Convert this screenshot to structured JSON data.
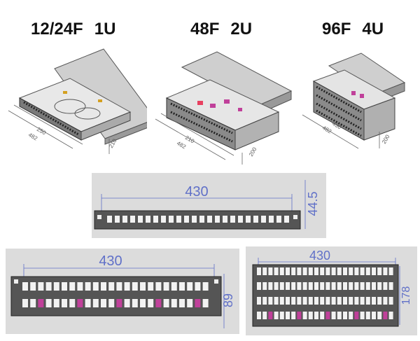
{
  "titles": {
    "f1u": {
      "fiber": "12/24F",
      "units": "1U"
    },
    "f2u": {
      "fiber": "48F",
      "units": "2U"
    },
    "f4u": {
      "fiber": "96F",
      "units": "4U"
    }
  },
  "iso_labels": {
    "u1": {
      "a": "482",
      "b": "250",
      "c": "210"
    },
    "u2": {
      "a": "482",
      "b": "210",
      "c": "200"
    },
    "u4": {
      "a": "482",
      "b": "430",
      "c": "200"
    }
  },
  "dims": {
    "u1_width": "430",
    "u1_height": "44.5",
    "u2_width": "430",
    "u2_height": "89",
    "u4_width": "430",
    "u4_height": "178"
  },
  "colors": {
    "gray_bg": "#dcdcdc",
    "dim_line": "#6070c8",
    "panel": "#555555",
    "magenta": "#c0409a"
  }
}
